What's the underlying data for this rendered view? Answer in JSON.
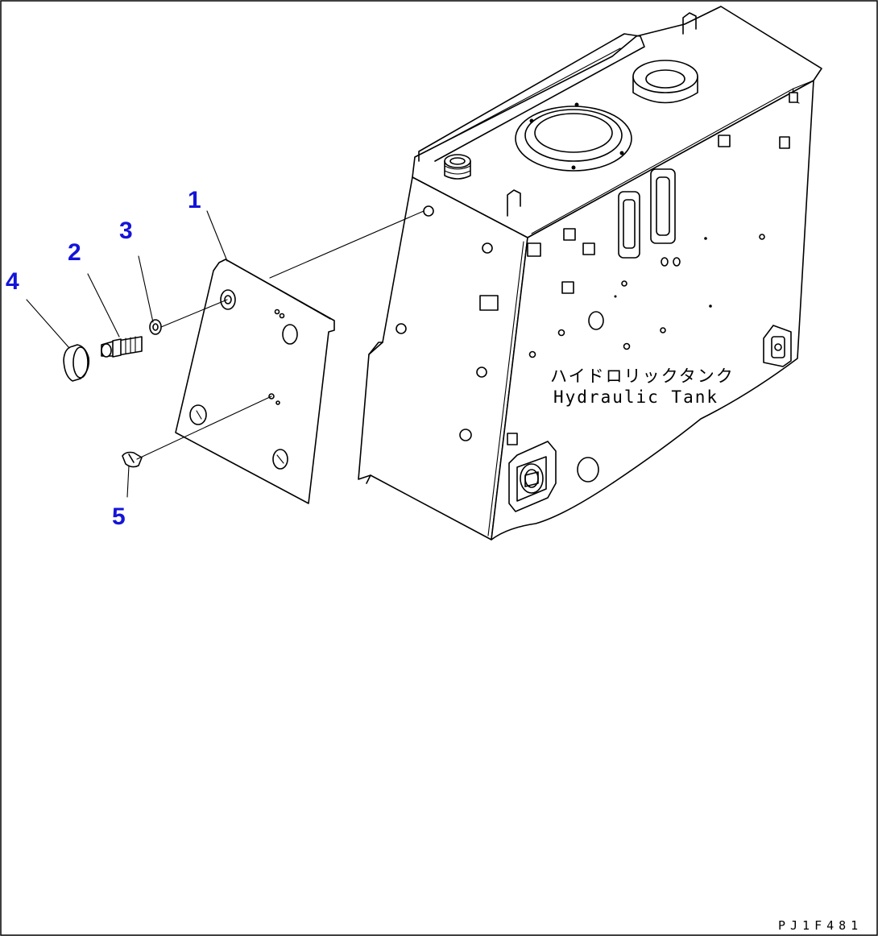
{
  "callouts": [
    {
      "id": "1",
      "part": "plate"
    },
    {
      "id": "2",
      "part": "bolt"
    },
    {
      "id": "3",
      "part": "washer"
    },
    {
      "id": "4",
      "part": "cap"
    },
    {
      "id": "5",
      "part": "plug"
    }
  ],
  "tank_label": {
    "japanese": "ハイドロリックタンク",
    "english": "Hydraulic Tank"
  },
  "drawing_code": "PJ1F481",
  "colors": {
    "callout_numbers": "#1414d8",
    "line_art": "#000000",
    "background": "#ffffff"
  }
}
